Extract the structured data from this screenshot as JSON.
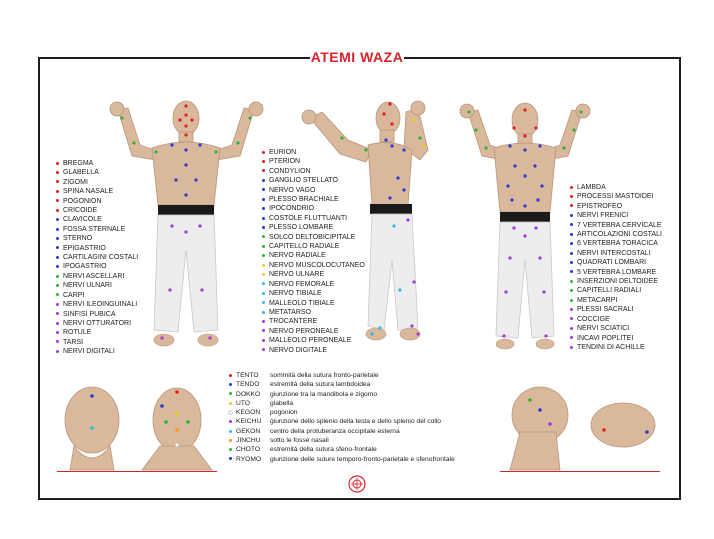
{
  "title": "ATEMI WAZA",
  "colors": {
    "red": "#e02020",
    "blue": "#2a3ccf",
    "green": "#2db33a",
    "lightblue": "#32b9e6",
    "purple": "#a23ad6",
    "orange": "#f39a1e",
    "yellow": "#e8d020",
    "title": "#d9232a"
  },
  "front_list": [
    {
      "label": "BREGMA",
      "color": "#e02020"
    },
    {
      "label": "GLABELLA",
      "color": "#e02020"
    },
    {
      "label": "ZIGOMI",
      "color": "#e02020"
    },
    {
      "label": "SPINA NASALE",
      "color": "#e02020"
    },
    {
      "label": "POGONION",
      "color": "#e02020"
    },
    {
      "label": "CRICOIDE",
      "color": "#e02020"
    },
    {
      "label": "CLAVICOLE",
      "color": "#2a3ccf"
    },
    {
      "label": "FOSSA STERNALE",
      "color": "#2a3ccf"
    },
    {
      "label": "STERNO",
      "color": "#2a3ccf"
    },
    {
      "label": "EPIGASTRIO",
      "color": "#2a3ccf"
    },
    {
      "label": "CARTILAGINI COSTALI",
      "color": "#2a3ccf"
    },
    {
      "label": "IPOGASTRIO",
      "color": "#2a3ccf"
    },
    {
      "label": "NERVI  ASCELLARI",
      "color": "#2db33a"
    },
    {
      "label": "NERVI  ULNARI",
      "color": "#2db33a"
    },
    {
      "label": "CARPI",
      "color": "#2db33a"
    },
    {
      "label": "NERVI  ILEOINGUINALI",
      "color": "#a23ad6"
    },
    {
      "label": "SINFISI PUBICA",
      "color": "#a23ad6"
    },
    {
      "label": "NERVI  OTTURATORI",
      "color": "#a23ad6"
    },
    {
      "label": "ROTULE",
      "color": "#a23ad6"
    },
    {
      "label": "TARSI",
      "color": "#a23ad6"
    },
    {
      "label": "NERVI  DIGITALI",
      "color": "#a23ad6"
    }
  ],
  "side_list": [
    {
      "label": "EURION",
      "color": "#e02020"
    },
    {
      "label": "PTERION",
      "color": "#e02020"
    },
    {
      "label": "CONDYLION",
      "color": "#e02020"
    },
    {
      "label": "GANGLIO STELLATO",
      "color": "#2a3ccf"
    },
    {
      "label": "NERVO VAGO",
      "color": "#2a3ccf"
    },
    {
      "label": "PLESSO BRACHIALE",
      "color": "#2a3ccf"
    },
    {
      "label": "IPOCONDRIO",
      "color": "#2a3ccf"
    },
    {
      "label": "COSTOLE FLUTTUANTI",
      "color": "#2a3ccf"
    },
    {
      "label": "PLESSO LOMBARE",
      "color": "#2a3ccf"
    },
    {
      "label": "SOLCO DELTOBICIPITALE",
      "color": "#2db33a"
    },
    {
      "label": "CAPITELLO RADIALE",
      "color": "#2db33a"
    },
    {
      "label": "NERVO RADIALE",
      "color": "#2db33a"
    },
    {
      "label": "NERVO MUSCOLOCUTANEO",
      "color": "#e8d020"
    },
    {
      "label": "NERVO ULNARE",
      "color": "#e8d020"
    },
    {
      "label": "NERVO FEMORALE",
      "color": "#32b9e6"
    },
    {
      "label": "NERVO TIBIALE",
      "color": "#32b9e6"
    },
    {
      "label": "MALLEOLO TIBIALE",
      "color": "#32b9e6"
    },
    {
      "label": "METATARSO",
      "color": "#32b9e6"
    },
    {
      "label": "TROCANTERE",
      "color": "#a23ad6"
    },
    {
      "label": "NERVO PERONEALE",
      "color": "#a23ad6"
    },
    {
      "label": "MALLEOLO PERONEALE",
      "color": "#a23ad6"
    },
    {
      "label": "NERVO DIGITALE",
      "color": "#a23ad6"
    }
  ],
  "back_list": [
    {
      "label": "LAMBDA",
      "color": "#e02020"
    },
    {
      "label": "PROCESSI  MASTOIDEI",
      "color": "#e02020"
    },
    {
      "label": "EPISTROFEO",
      "color": "#e02020"
    },
    {
      "label": "NERVI  FRENICI",
      "color": "#2a3ccf"
    },
    {
      "label": "7 VERTEBRA CERVICALE",
      "color": "#2a3ccf"
    },
    {
      "label": "ARTICOLAZIONI COSTALI",
      "color": "#2a3ccf"
    },
    {
      "label": "6 VERTEBRA TORACICA",
      "color": "#2a3ccf"
    },
    {
      "label": "NERVI INTERCOSTALI",
      "color": "#2a3ccf"
    },
    {
      "label": "QUADRATI LOMBARI",
      "color": "#2a3ccf"
    },
    {
      "label": "5 VERTEBRA LOMBARE",
      "color": "#2a3ccf"
    },
    {
      "label": "INSERZIONI  DELTOIDEE",
      "color": "#2db33a"
    },
    {
      "label": "CAPITELLI RADIALI",
      "color": "#2db33a"
    },
    {
      "label": "METACARPI",
      "color": "#2db33a"
    },
    {
      "label": "PLESSI  SACRALI",
      "color": "#a23ad6"
    },
    {
      "label": "COCCIGE",
      "color": "#a23ad6"
    },
    {
      "label": "NERVI  SCIATICI",
      "color": "#a23ad6"
    },
    {
      "label": "INCAVI  POPLITEI",
      "color": "#a23ad6"
    },
    {
      "label": "TENDINI  DI ACHILLE",
      "color": "#a23ad6"
    }
  ],
  "head_legend": [
    {
      "abbr": "TENTO",
      "desc": "sommità della sutura fronto-parietale",
      "color": "#e02020"
    },
    {
      "abbr": "TENDO",
      "desc": "estremità della sutura lambdoidea",
      "color": "#2a3ccf"
    },
    {
      "abbr": "DOKKO",
      "desc": "giunzione tra la mandibola e zigomo",
      "color": "#2db33a"
    },
    {
      "abbr": "UTO",
      "desc": "glabella",
      "color": "#e8d020"
    },
    {
      "abbr": "KEGON",
      "desc": "pogonion",
      "color": "#ffffff"
    },
    {
      "abbr": "KEICHU",
      "desc": "giunzione dello splenio della testa e dello splenio del collo",
      "color": "#a23ad6"
    },
    {
      "abbr": "GEKON",
      "desc": "centro della protuberanza occipitale esterna",
      "color": "#32b9e6"
    },
    {
      "abbr": "JINCHU",
      "desc": "sotto le fosse nasali",
      "color": "#f39a1e"
    },
    {
      "abbr": "CHOTO",
      "desc": "estremità della sutura sfeno-frontale",
      "color": "#2db33a"
    },
    {
      "abbr": "RYOMO",
      "desc": "giunzione delle suture temporo-fronto-parietale e sfenofrontale",
      "color": "#2a3ccf"
    }
  ]
}
